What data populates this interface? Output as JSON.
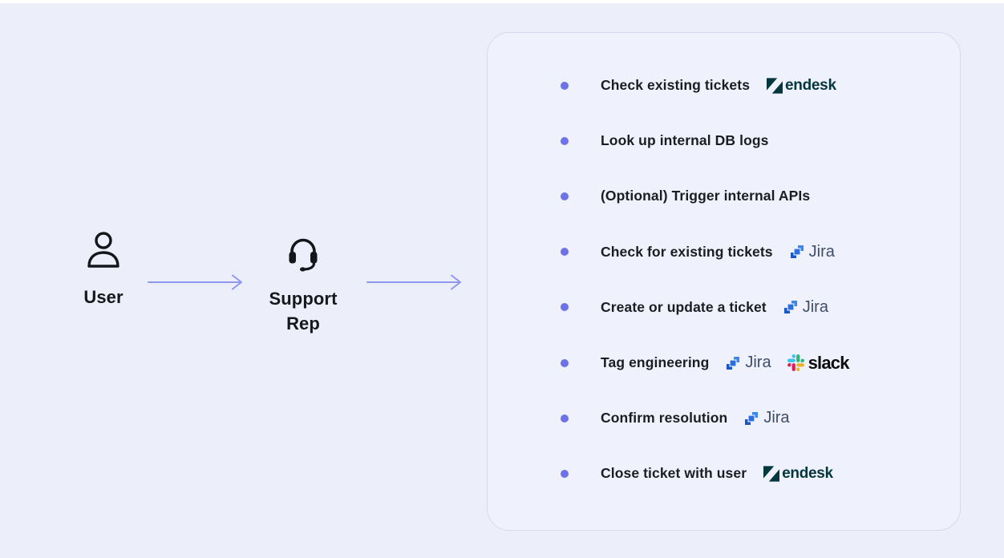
{
  "page": {
    "background_color": "#eceffa",
    "card_background": "#eff1fc",
    "card_border_color": "#d6d9ee"
  },
  "flow": {
    "arrow_color": "#8f97f0",
    "icon_color": "#15161a",
    "actors": [
      {
        "id": "user",
        "label": "User",
        "icon": "person-icon"
      },
      {
        "id": "support-rep",
        "label": "Support Rep",
        "icon": "headset-icon"
      }
    ]
  },
  "tasks": {
    "bullet_color": "#6d73e6",
    "text_color": "#1c1d22",
    "items": [
      {
        "label": "Check existing tickets",
        "logos": [
          "zendesk"
        ]
      },
      {
        "label": "Look up internal DB logs",
        "logos": []
      },
      {
        "label": "(Optional) Trigger internal APIs",
        "logos": []
      },
      {
        "label": "Check for existing tickets",
        "logos": [
          "jira"
        ]
      },
      {
        "label": "Create or update a ticket",
        "logos": [
          "jira"
        ]
      },
      {
        "label": "Tag engineering",
        "logos": [
          "jira",
          "slack"
        ]
      },
      {
        "label": "Confirm resolution",
        "logos": [
          "jira"
        ]
      },
      {
        "label": "Close ticket with user",
        "logos": [
          "zendesk"
        ]
      }
    ]
  },
  "logos": {
    "zendesk": {
      "name": "Zendesk",
      "wordmark": "endesk",
      "mark_color": "#03363d",
      "text_color": "#03363d"
    },
    "jira": {
      "name": "Jira",
      "wordmark": "Jira",
      "mark_color_dark": "#1a56c4",
      "mark_color_mid": "#2c6fe3",
      "mark_color_light": "#3b86f0",
      "text_color": "#3f4e68"
    },
    "slack": {
      "name": "Slack",
      "wordmark": "slack",
      "color_blue": "#36C5F0",
      "color_green": "#2EB67D",
      "color_yellow": "#ECB22E",
      "color_red": "#E01E5A",
      "text_color": "#0d0d0d"
    }
  }
}
